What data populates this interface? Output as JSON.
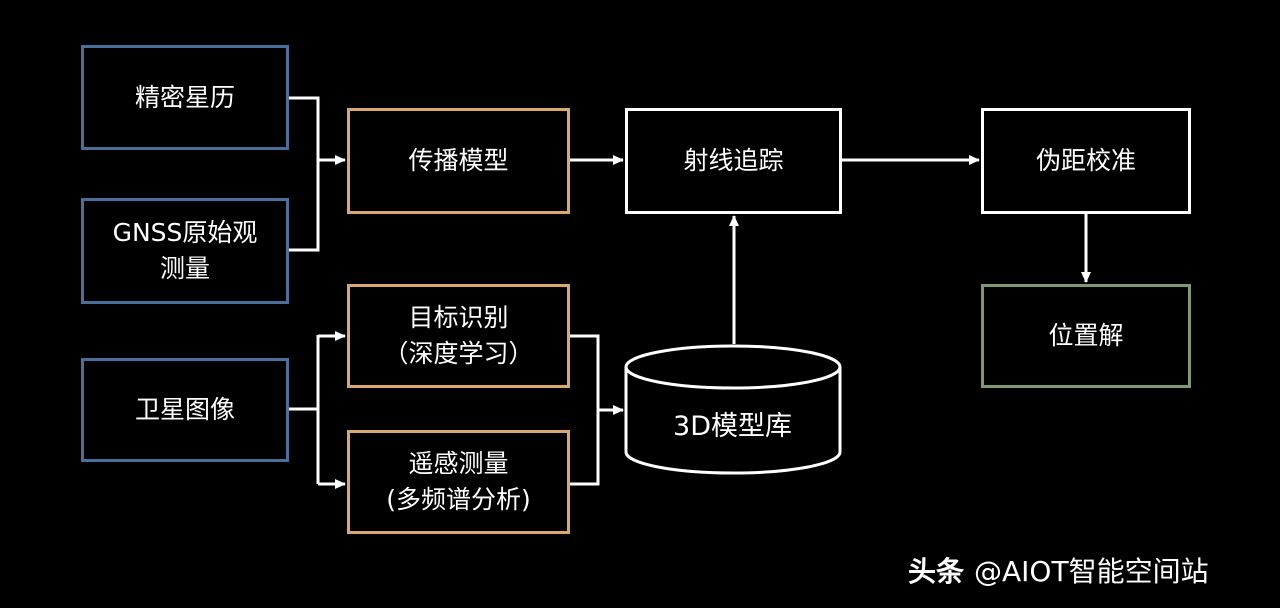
{
  "nodes": {
    "ephemeris": {
      "lines": [
        "精密星历"
      ]
    },
    "gnss_raw": {
      "lines": [
        "GNSS原始观",
        "测量"
      ]
    },
    "sat_image": {
      "lines": [
        "卫星图像"
      ]
    },
    "propagation": {
      "lines": [
        "传播模型"
      ]
    },
    "ray_tracing": {
      "lines": [
        "射线追踪"
      ]
    },
    "pseudorange": {
      "lines": [
        "伪距校准"
      ]
    },
    "position": {
      "lines": [
        "位置解"
      ]
    },
    "target_recognition": {
      "lines": [
        "目标识别",
        "（深度学习）"
      ]
    },
    "remote_sensing": {
      "lines": [
        "遥感测量",
        "(多频谱分析)"
      ]
    },
    "model_db": {
      "label": "3D模型库"
    }
  },
  "watermark": {
    "brand": "头条",
    "handle": "@AIOT智能空间站"
  },
  "colors": {
    "background": "#000000",
    "input_border": "#4a6f9c",
    "process_border": "#d9a86a",
    "core_border": "#ffffff",
    "output_border": "#7f9a70",
    "line": "#ffffff"
  }
}
